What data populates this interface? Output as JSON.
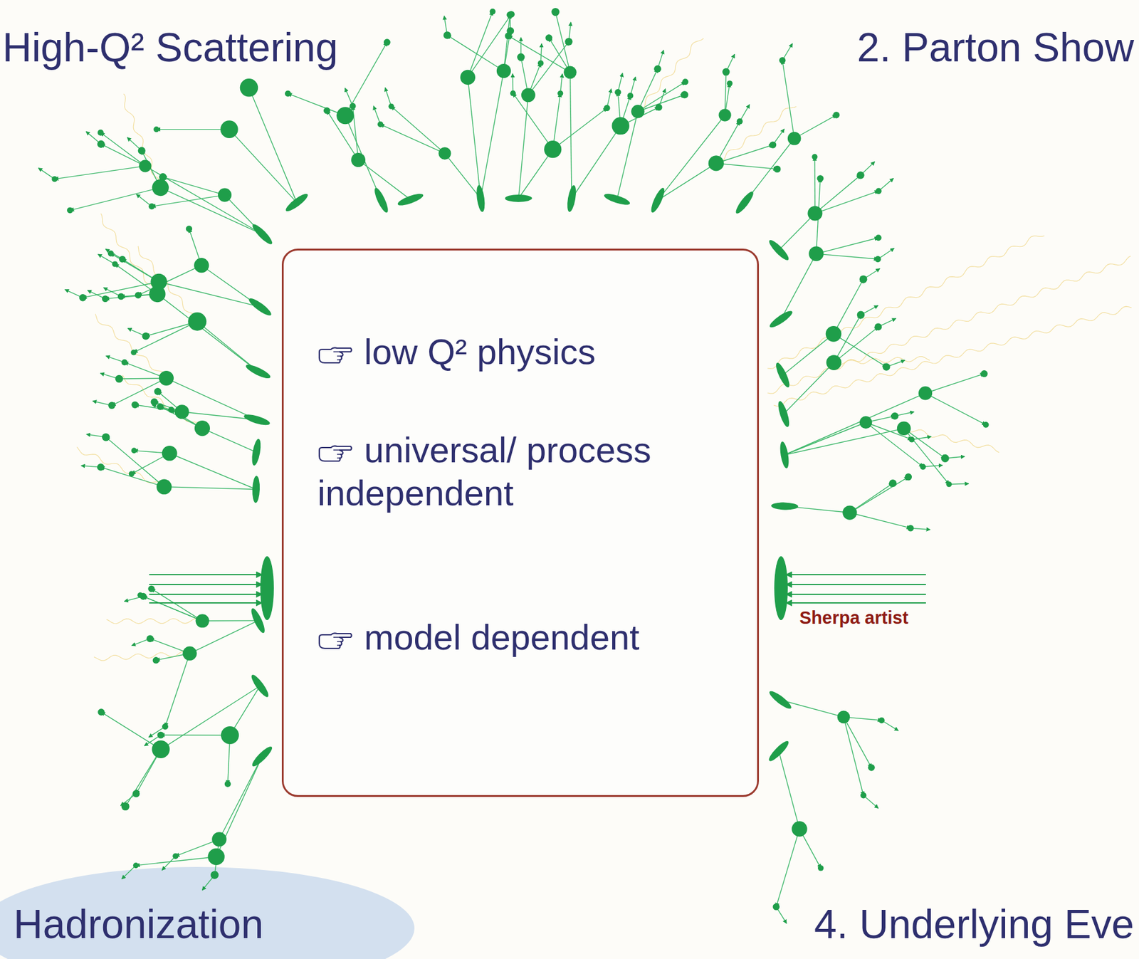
{
  "diagram": {
    "nodes": [
      {
        "text": [
          "low Q² physics",
          "universal/ process independent",
          "model dependent"
        ]
      }
    ],
    "labels": [
      "High-Q² Scattering",
      "2. Parton Show",
      "Hadronization",
      "4. Underlying Eve",
      "Sherpa artist"
    ]
  }
}
